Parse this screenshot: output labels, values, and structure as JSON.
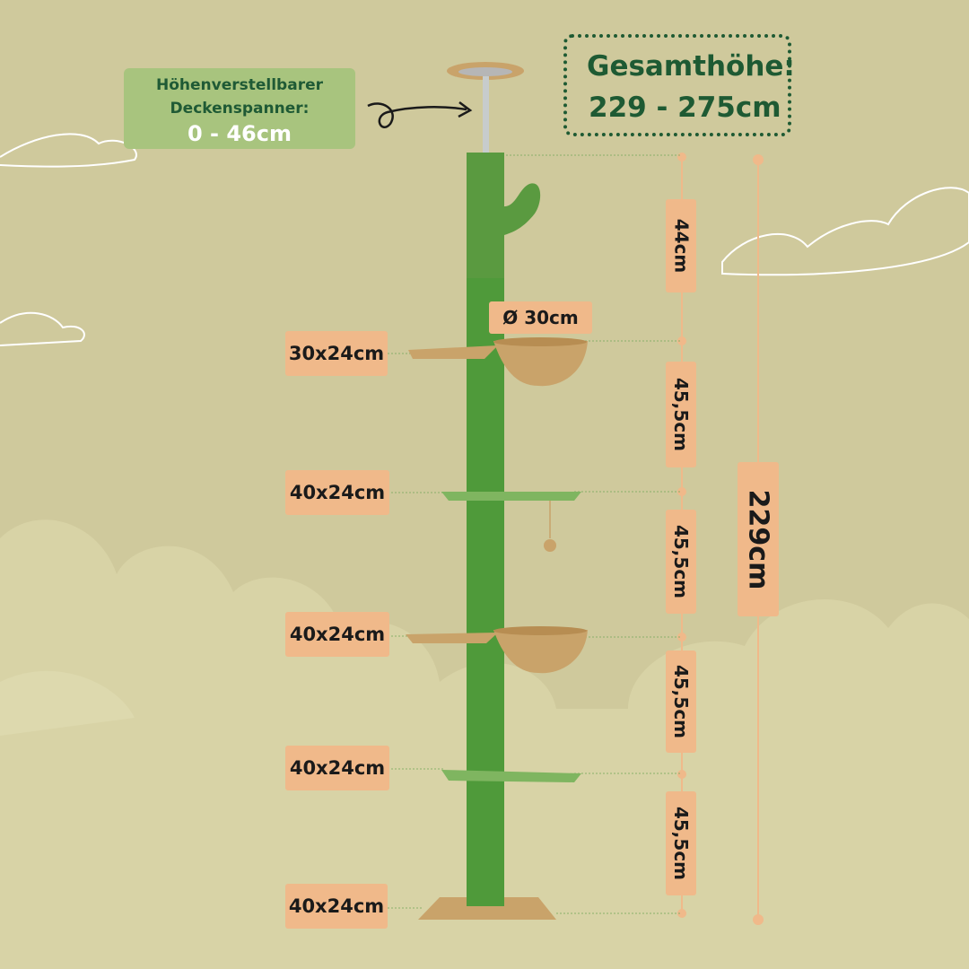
{
  "callout_spanner": {
    "title_line1": "Höhenverstellbarer",
    "title_line2": "Deckenspanner:",
    "range": "0 - 46cm"
  },
  "total_height": {
    "label": "Gesamthöhe:",
    "value": "229 - 275cm"
  },
  "bowl_diameter": "Ø 30cm",
  "platform_sizes": [
    "30x24cm",
    "40x24cm",
    "40x24cm",
    "40x24cm",
    "40x24cm"
  ],
  "segment_heights": [
    "44cm",
    "45,5cm",
    "45,5cm",
    "45,5cm",
    "45,5cm"
  ],
  "overall_height_label": "229cm",
  "colors": {
    "background": "#cfc99c",
    "post_green": "#4f9a3a",
    "label_orange": "#f0b98a",
    "plush_tan": "#c9a36a",
    "spanner_box_green": "#a8c47e",
    "title_green": "#1e5a33"
  }
}
